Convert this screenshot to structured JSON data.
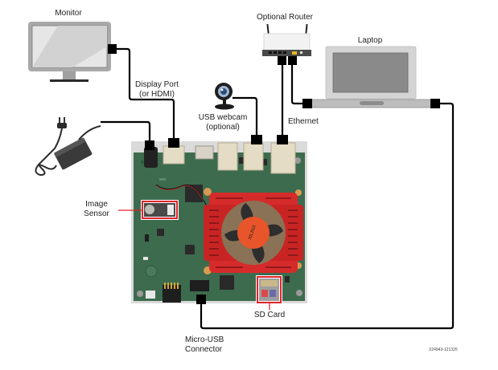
{
  "diagram": {
    "title": "Board connection setup",
    "labels": {
      "monitor": "Monitor",
      "router": "Optional Router",
      "laptop": "Laptop",
      "display_port_line1": "Display Port",
      "display_port_line2": "(or HDMI)",
      "webcam_line1": "USB webcam",
      "webcam_line2": "(optional)",
      "ethernet": "Ethernet",
      "image_sensor_line1": "Image",
      "image_sensor_line2": "Sensor",
      "sd_card": "SD  Card",
      "micro_usb_line1": "Micro-USB",
      "micro_usb_line2": "Connector",
      "fan_logo": "XILINX"
    },
    "watermark": "X24943-121320",
    "colors": {
      "cable": "#000000",
      "highlight": "#e0242b",
      "board": "#3d6b4e",
      "heatsink": "#d62b2b",
      "fan_hub": "#e8552a",
      "device_gray": "#c8c8c8"
    },
    "components": [
      {
        "name": "monitor",
        "connection": "Display Port (or HDMI)"
      },
      {
        "name": "power-adapter",
        "connection": "DC barrel jack"
      },
      {
        "name": "usb-webcam",
        "connection": "USB (optional)"
      },
      {
        "name": "optional-router",
        "connection": "Ethernet"
      },
      {
        "name": "laptop",
        "connection": "Ethernet / Micro-USB"
      },
      {
        "name": "image-sensor",
        "connection": "on-board"
      },
      {
        "name": "sd-card",
        "connection": "on-board slot"
      }
    ]
  }
}
